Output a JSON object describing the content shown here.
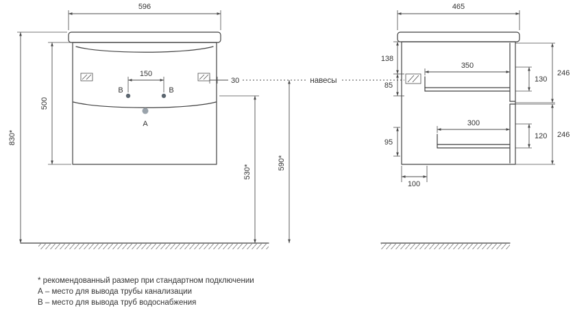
{
  "front": {
    "dim_width": "596",
    "dim_total_height": "830*",
    "dim_cabinet_height": "500",
    "dim_spacing": "150",
    "dim_offset": "30",
    "dim_530": "530*",
    "dim_590": "590*",
    "label_a": "A",
    "label_b_left": "B",
    "label_b_right": "B"
  },
  "side": {
    "dim_depth": "465",
    "dim_138": "138",
    "dim_85": "85",
    "dim_350": "350",
    "dim_130": "130",
    "dim_246_top": "246",
    "dim_300": "300",
    "dim_95": "95",
    "dim_120": "120",
    "dim_246_bottom": "246",
    "dim_100": "100"
  },
  "annotations": {
    "hangers": "навесы"
  },
  "legend": {
    "note": "* рекомендованный размер при стандартном подключении",
    "line_a": "А – место для вывода трубы канализации",
    "line_b": "В – место для вывода труб водоснабжения"
  },
  "colors": {
    "line-color": "#3f3f3f",
    "dim-color": "#4a4a4a",
    "text-color": "#333333",
    "outlet-a-fill": "#9aa3ab",
    "outlet-b-fill": "#5c6670"
  }
}
